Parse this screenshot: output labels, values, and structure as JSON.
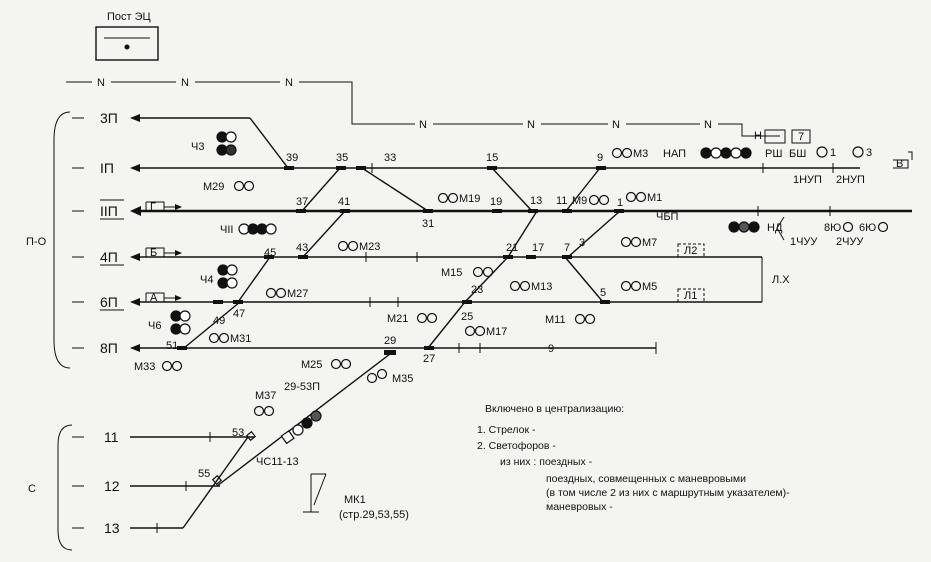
{
  "post": {
    "label": "Пост ЭЦ"
  },
  "groups": {
    "po": "П-О",
    "s": "С",
    "lh": "Л.Х"
  },
  "lines": {
    "n_symbol": "N"
  },
  "tracks": {
    "t3p": "3П",
    "t1p": "IП",
    "t2p": "IIП",
    "t4p": "4П",
    "t6p": "6П",
    "t8p": "8П",
    "t11": "11",
    "t12": "12",
    "t13": "13"
  },
  "dir_boxes": {
    "g": "Г",
    "b": "Б",
    "a": "А",
    "v": "В",
    "l2": "Л2",
    "l1": "Л1"
  },
  "switches": {
    "s39": "39",
    "s35": "35",
    "s33": "33",
    "s15": "15",
    "s9": "9",
    "s37": "37",
    "s41": "41",
    "s31": "31",
    "s19": "19",
    "s13": "13",
    "s11": "11",
    "s1": "1",
    "s43": "43",
    "s45": "45",
    "s21": "21",
    "s17": "17",
    "s7": "7",
    "s3": "3",
    "s23": "23",
    "s5": "5",
    "s47": "47",
    "s49": "49",
    "s25": "25",
    "s27": "27",
    "s51": "51",
    "s29": "29",
    "s53": "53",
    "s55": "55",
    "s9seg": "9"
  },
  "signals": {
    "ch3": "Ч3",
    "m29": "М29",
    "m3": "М3",
    "m19": "М19",
    "m1": "М1",
    "chp": "ЧБП",
    "m9": "М9",
    "chii": "ЧII",
    "m23": "М23",
    "m7": "М7",
    "m15": "М15",
    "m13": "М13",
    "ch4": "Ч4",
    "m27": "М27",
    "m5": "М5",
    "m11": "М11",
    "ch6": "Ч6",
    "m21": "М21",
    "m17": "М17",
    "m31": "М31",
    "m33": "М33",
    "m25": "М25",
    "m35": "М35",
    "m37": "М37",
    "s2953p": "29-53П",
    "chs1113": "ЧС11-13",
    "mk1": "МК1",
    "mk1_note": "(стр.29,53,55)"
  },
  "right": {
    "nap": "НАП",
    "n": "Н",
    "rsh": "РШ",
    "bsh": "БШ",
    "box7": "7",
    "s1": "1",
    "s3": "3",
    "nup1": "1НУП",
    "nup2": "2НУП",
    "nd": "НД",
    "yu8": "8Ю",
    "yu6": "6Ю",
    "chuu1": "1ЧУУ",
    "chuu2": "2ЧУУ"
  },
  "notes": {
    "title": "Включено в централизацию:",
    "l1": "1. Стрелок -",
    "l2": "2. Светофоров -",
    "l3": "из них : поездных -",
    "l4": "поездных, совмещенных с маневровыми",
    "l5": "(в том числе 2 из них с маршрутным указателем)-",
    "l6": "маневровых -"
  }
}
